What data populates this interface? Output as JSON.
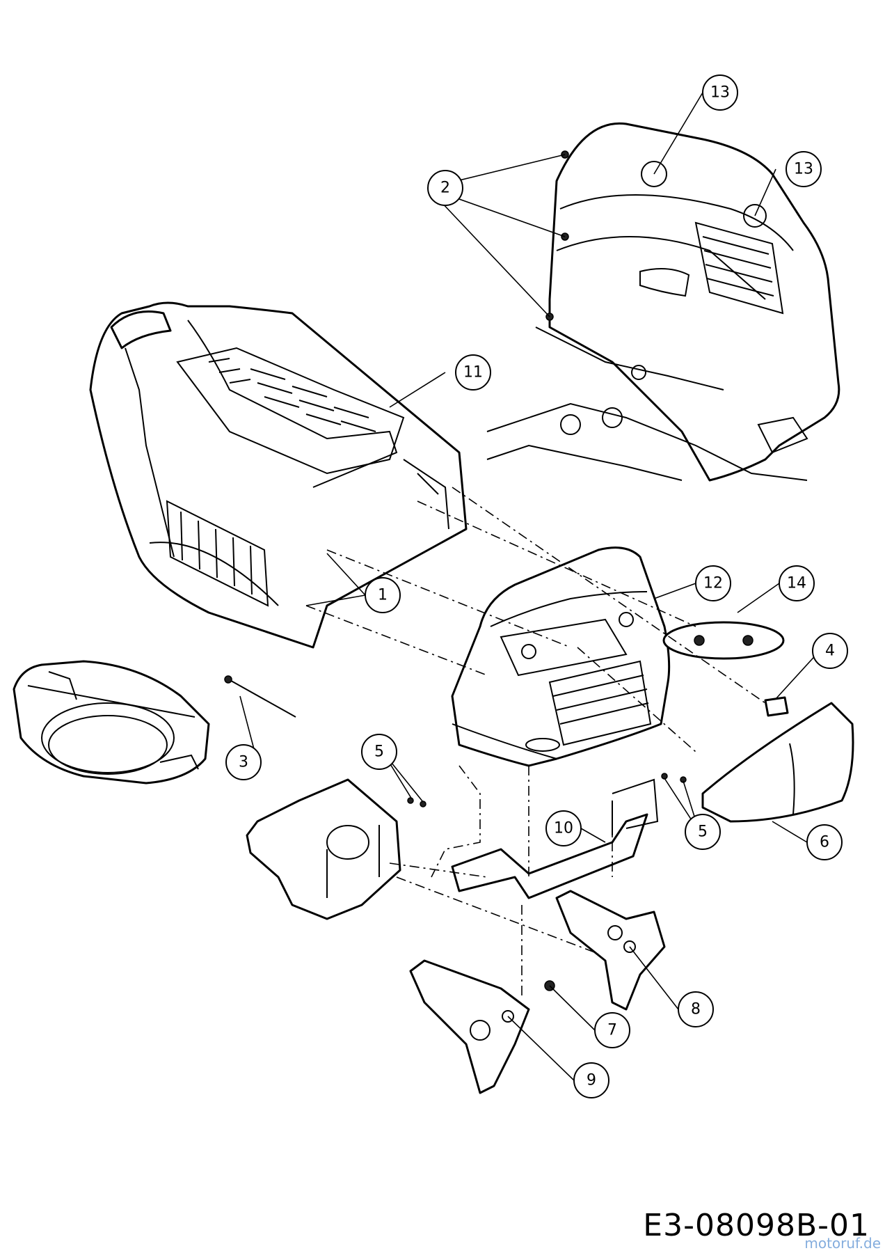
{
  "drawing_number": "E3-08098B-01",
  "watermark": "motoruf.de",
  "callouts": [
    {
      "id": "c13a",
      "label": "13"
    },
    {
      "id": "c13b",
      "label": "13"
    },
    {
      "id": "c2",
      "label": "2"
    },
    {
      "id": "c11",
      "label": "11"
    },
    {
      "id": "c1",
      "label": "1"
    },
    {
      "id": "c12",
      "label": "12"
    },
    {
      "id": "c14",
      "label": "14"
    },
    {
      "id": "c4",
      "label": "4"
    },
    {
      "id": "c3",
      "label": "3"
    },
    {
      "id": "c5a",
      "label": "5"
    },
    {
      "id": "c5b",
      "label": "5"
    },
    {
      "id": "c6",
      "label": "6"
    },
    {
      "id": "c10",
      "label": "10"
    },
    {
      "id": "c8",
      "label": "8"
    },
    {
      "id": "c7",
      "label": "7"
    },
    {
      "id": "c9",
      "label": "9"
    }
  ]
}
